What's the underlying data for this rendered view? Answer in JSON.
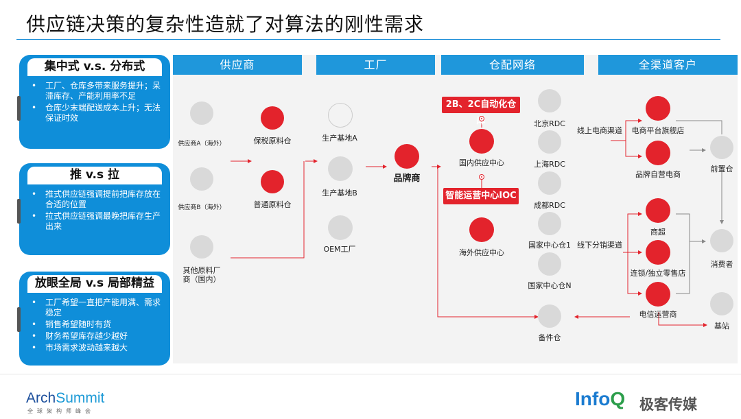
{
  "title": "供应链决策的复杂性造就了对算法的刚性需求",
  "panels": [
    {
      "heading": "集中式 v.s. 分布式",
      "bullets": [
        "工厂、仓库多带来服务提升；呆滞库存、产能利用率不足",
        "仓库少末端配送成本上升；无法保证时效"
      ]
    },
    {
      "heading": "推 v.s 拉",
      "bullets": [
        "推式供应链强调提前把库存放在合适的位置",
        "拉式供应链强调最晚把库存生产出来"
      ]
    },
    {
      "heading": "放眼全局 v.s 局部精益",
      "bullets": [
        "工厂希望一直把产能用满、需求稳定",
        "销售希望随时有货",
        "财务希望库存越少越好",
        "市场需求波动越来越大"
      ]
    }
  ],
  "bands": [
    "供应商",
    "工厂",
    "仓配网络",
    "全渠道客户"
  ],
  "suppliers": {
    "supplier_a": "供应商A（海外）",
    "supplier_b": "供应商B（海外）",
    "other": "其他原料厂商（国内）",
    "bonded": "保税原料仓",
    "normal": "普通原料仓"
  },
  "factory": {
    "base_a": "生产基地A",
    "base_b": "生产基地B",
    "oem": "OEM工厂",
    "brand": "品牌商"
  },
  "network": {
    "auto_wh": "2B、2C自动化仓库",
    "domestic": "国内供应中心",
    "ioc": "智能运营中心IOC",
    "overseas": "海外供应中心",
    "rdc_bj": "北京RDC",
    "rdc_sh": "上海RDC",
    "rdc_cd": "成都RDC",
    "dc1": "国家中心仓1",
    "dcn": "国家中心仓N",
    "spare": "备件仓"
  },
  "customers": {
    "online_channel": "线上电商渠道",
    "offline_channel": "线下分销渠道",
    "flagship": "电商平台旗舰店",
    "self_ecom": "品牌自营电商",
    "supermarket": "商超",
    "chain": "连锁/独立零售店",
    "telecom": "电信运营商",
    "front_wh": "前置仓",
    "consumer": "消费者",
    "base_station": "基站"
  },
  "footer": {
    "archsummit_arch": "Arch",
    "archsummit_summit": "Summit",
    "archsummit_sub": "全球架构师峰会",
    "infoq_info": "Info",
    "infoq_q": "Q",
    "geekbang": "极客传媒"
  },
  "colors": {
    "accent_blue": "#1f97db",
    "accent_red": "#e3232c"
  }
}
